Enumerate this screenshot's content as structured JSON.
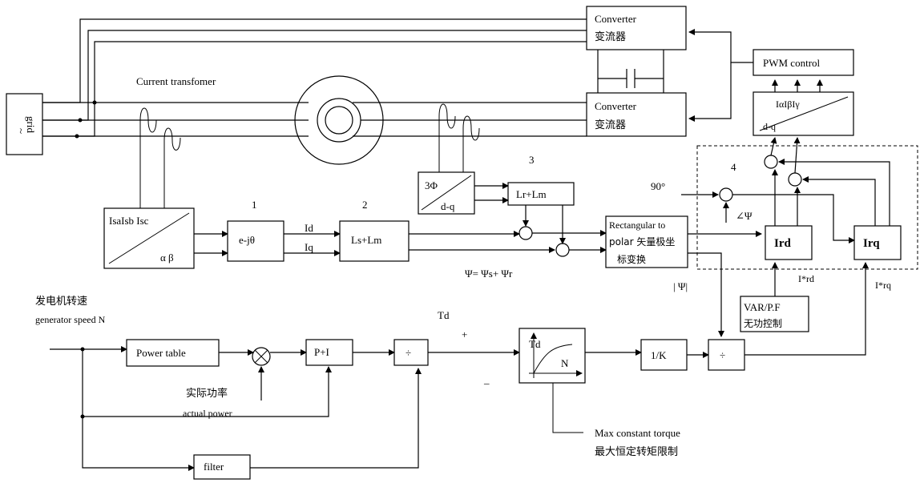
{
  "grid": {
    "label": "grid",
    "symbol": "~"
  },
  "converter_top": {
    "line1": "Converter",
    "line2": "变流器"
  },
  "converter_bottom": {
    "line1": "Converter",
    "line2": "变流器"
  },
  "current_transformer": {
    "label": "Current transfomer"
  },
  "pwm": {
    "label": "PWM control"
  },
  "transform_top": {
    "top": "IαIβIγ",
    "bottom": "d-q"
  },
  "clarke": {
    "top": "IsaIsb Isc",
    "bottom": "α β"
  },
  "rot": {
    "label": "e-jθ"
  },
  "ls_lm": {
    "label": "Ls+Lm"
  },
  "lr_lm": {
    "label": "Lr+Lm"
  },
  "three_phase": {
    "top": "3Φ",
    "bottom": "d-q"
  },
  "rect_polar": {
    "line1": "Rectangular to",
    "line2": "polar 矢量极坐",
    "line3": "标变换"
  },
  "ird": {
    "label": "Ird"
  },
  "irq": {
    "label": "Irq"
  },
  "signals": {
    "id": "Id",
    "iq": "Iq",
    "psi_eq": "Ψ= Ψs+ Ψr",
    "psi_mag": "| Ψ|",
    "angle": "∠Ψ",
    "deg90": "90°",
    "ird_ref": "I*rd",
    "irq_ref": "I*rq",
    "td": "Td",
    "plus": "+",
    "minus": "_"
  },
  "numbers": {
    "n1": "1",
    "n2": "2",
    "n3": "3",
    "n4": "4"
  },
  "var_pf": {
    "line1": "VAR/P.F",
    "line2": "无功控制"
  },
  "speed": {
    "line1": "发电机转速",
    "line2": "generator speed N"
  },
  "power_table": {
    "label": "Power table"
  },
  "actual_power": {
    "line1": "实际功率",
    "line2": "actual power"
  },
  "pi": {
    "label": "P+I"
  },
  "divide1": {
    "label": "÷"
  },
  "divide2": {
    "label": "÷"
  },
  "torque_box": {
    "td": "Td",
    "n": "N"
  },
  "k_box": {
    "label": "1/K"
  },
  "filter": {
    "label": "filter"
  },
  "max_torque": {
    "line1": "Max constant torque",
    "line2": "最大恒定转矩限制"
  }
}
